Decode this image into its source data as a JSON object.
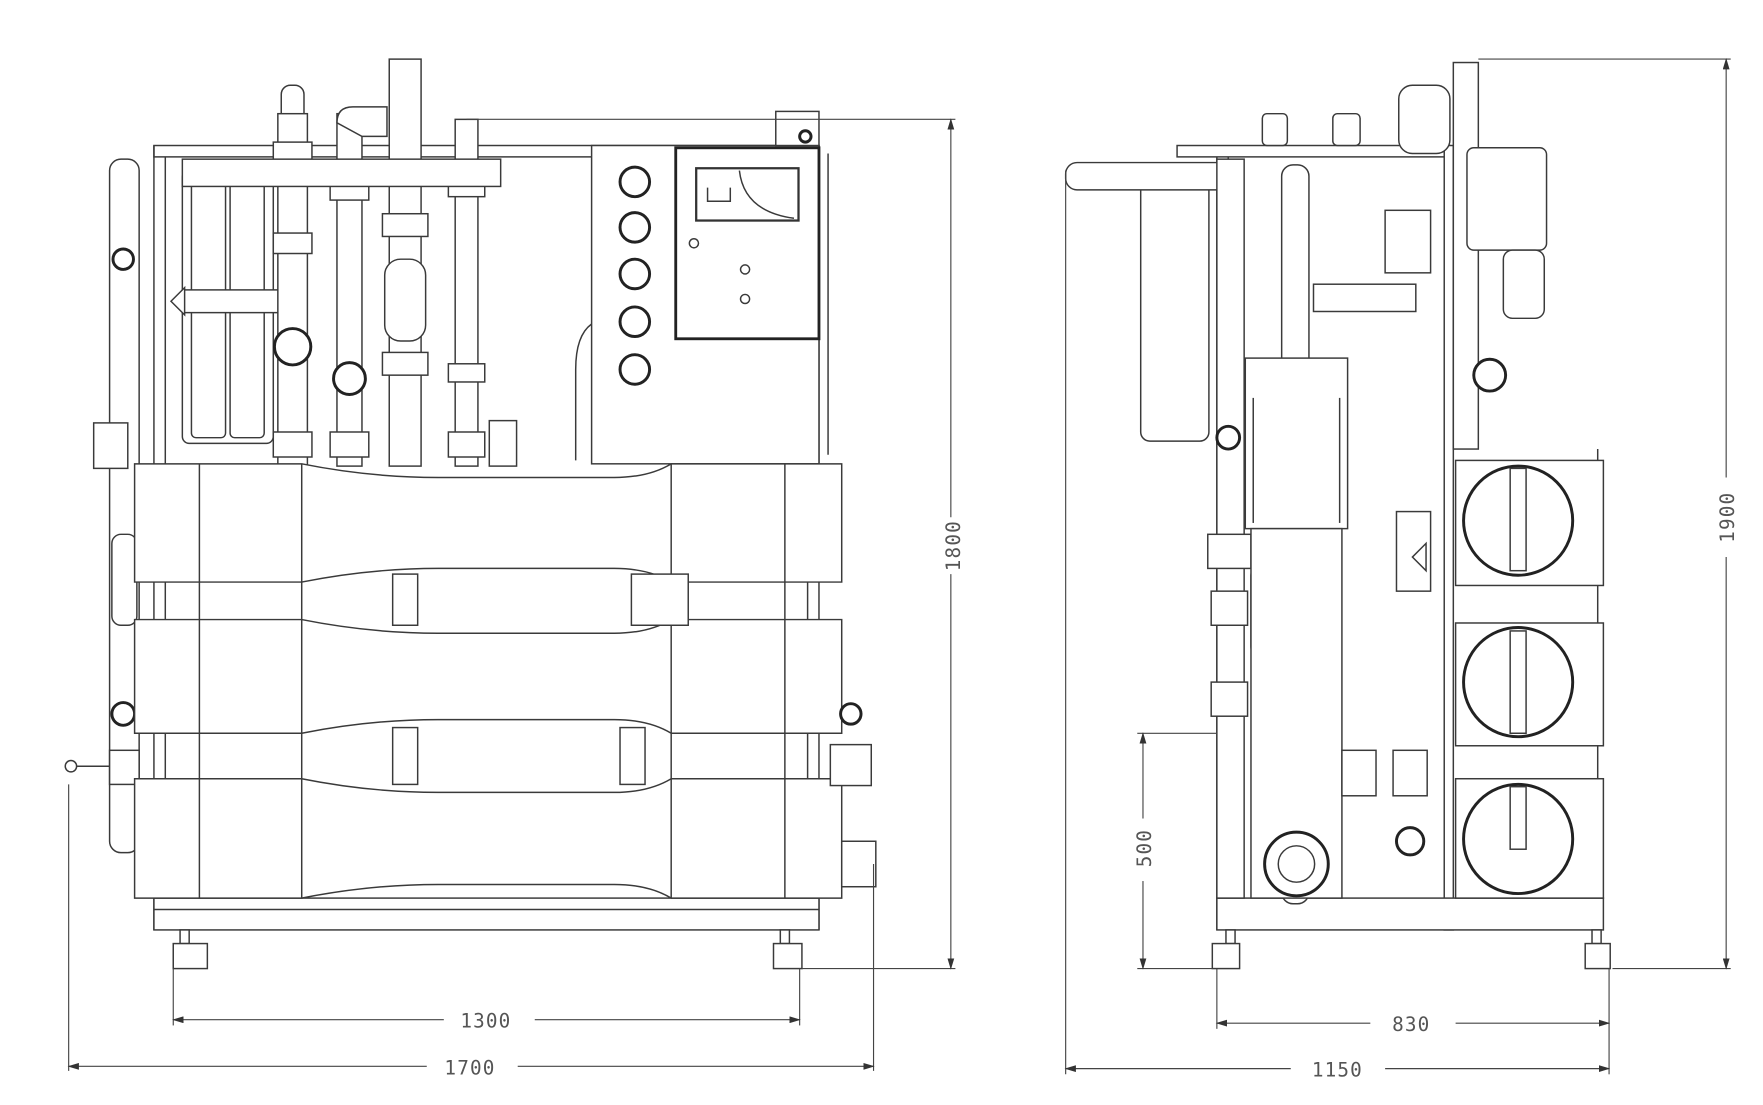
{
  "views": {
    "front": {
      "dimensions": {
        "frame_width": "1300",
        "overall_width": "1700",
        "height": "1800"
      }
    },
    "side": {
      "dimensions": {
        "frame_depth": "830",
        "overall_depth": "1150",
        "overall_height": "1900",
        "inlet_height": "500"
      }
    }
  },
  "colors": {
    "line": "#3a3a3a",
    "background": "#ffffff"
  }
}
